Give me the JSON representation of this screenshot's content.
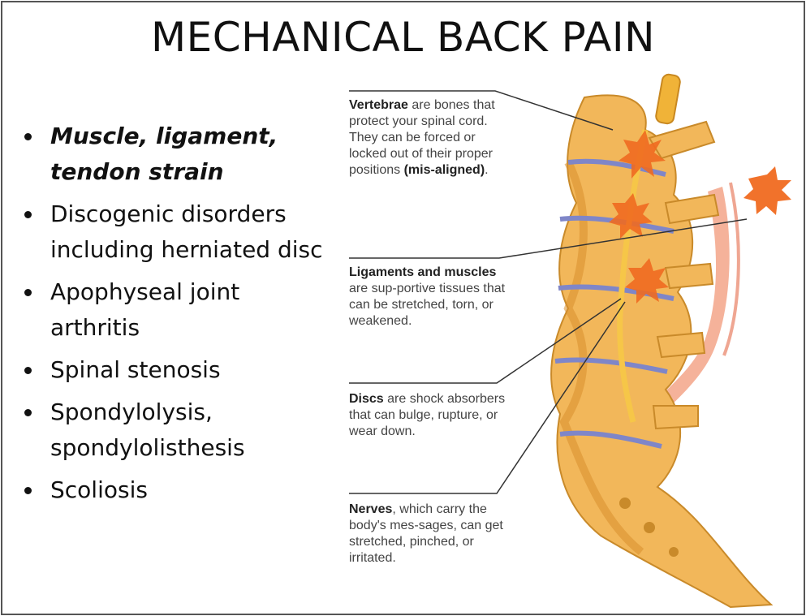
{
  "slide": {
    "title": "MECHANICAL BACK PAIN",
    "bullets": [
      {
        "text": "Muscle, ligament, tendon strain",
        "emphasis": true
      },
      {
        "text": "Discogenic disorders including herniated disc",
        "emphasis": false
      },
      {
        "text": "Apophyseal joint arthritis",
        "emphasis": false
      },
      {
        "text": "Spinal stenosis",
        "emphasis": false
      },
      {
        "text": "Spondylolysis, spondylolisthesis",
        "emphasis": false
      },
      {
        "text": "Scoliosis",
        "emphasis": false
      }
    ]
  },
  "figure": {
    "captions": {
      "vertebrae": {
        "term": "Vertebrae",
        "text1": " are bones that protect your spinal cord. They can be forced or locked out of their proper positions ",
        "term2": "(mis-aligned)",
        "text2": "."
      },
      "ligaments": {
        "term": "Ligaments and muscles",
        "text1": " are sup-portive tissues that can be stretched, torn, or weakened."
      },
      "discs": {
        "term": "Discs",
        "text1": " are shock absorbers that can bulge, rupture, or wear down."
      },
      "nerves": {
        "term": "Nerves",
        "text1": ", which carry the body's mes-sages, can get stretched, pinched, or irritated."
      }
    },
    "colors": {
      "bone": "#f2b75a",
      "bone_shadow": "#d98f2e",
      "disc": "#7f86c8",
      "pain_burst": "#f06a20",
      "muscle": "#e87a5a",
      "nerve": "#f6c648",
      "leader_line": "#333333"
    }
  }
}
